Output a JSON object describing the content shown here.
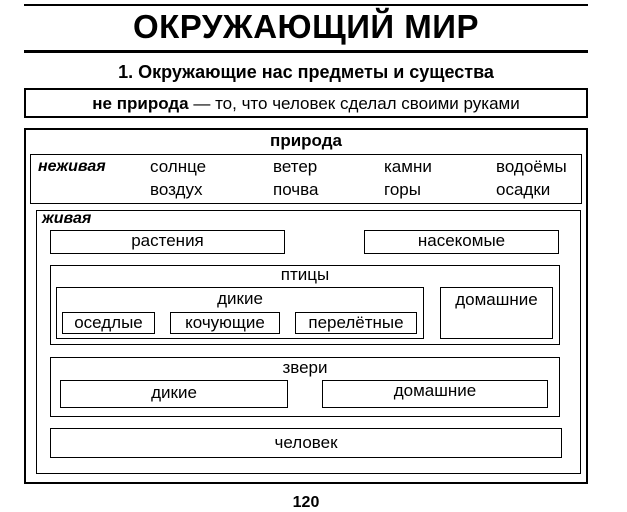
{
  "header": {
    "title": "ОКРУЖАЮЩИЙ МИР",
    "subtitle": "1. Окружающие нас предметы и существа"
  },
  "definition": {
    "term": "не природа",
    "text": " — то, что человек сделал своими руками"
  },
  "nature": {
    "label": "природа",
    "nonliving": {
      "label": "неживая",
      "items": [
        "солнце",
        "ветер",
        "камни",
        "водоёмы",
        "воздух",
        "почва",
        "горы",
        "осадки"
      ]
    },
    "living": {
      "label": "живая",
      "plants": "растения",
      "insects": "насекомые",
      "birds": {
        "label": "птицы",
        "wild": {
          "label": "дикие",
          "sedentary": "оседлые",
          "nomadic": "кочующие",
          "migratory": "перелётные"
        },
        "domestic": "домашние"
      },
      "animals": {
        "label": "звери",
        "wild": "дикие",
        "domestic": "домашние"
      },
      "human": "человек"
    }
  },
  "page_number": "120"
}
